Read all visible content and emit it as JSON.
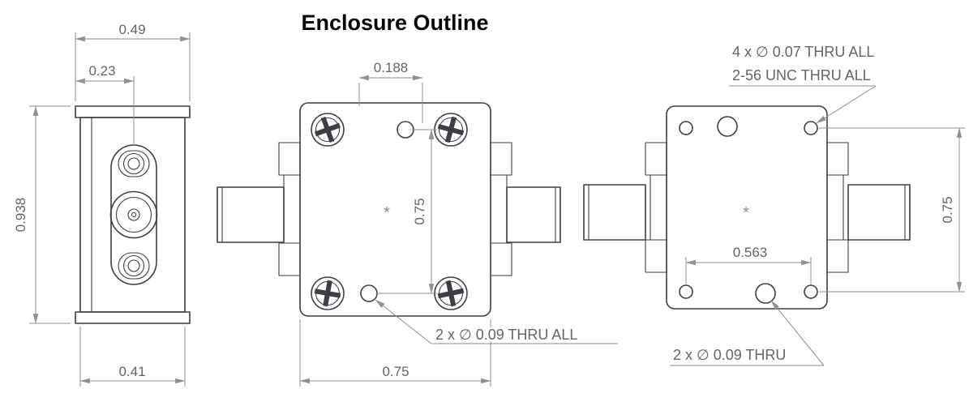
{
  "title": "Enclosure Outline",
  "views": {
    "left": {
      "dim_top_width": "0.49",
      "dim_connector_offset": "0.23",
      "dim_height": "0.938",
      "dim_body_width": "0.41"
    },
    "middle": {
      "dim_hole_offset": "0.188",
      "dim_hole_spacing_vertical": "0.75",
      "dim_body_width": "0.75",
      "callout_holes": "2 x ∅ 0.09 THRU ALL",
      "center_mark": "*"
    },
    "right": {
      "callout_tapped_line1": "4 x ∅ 0.07 THRU ALL",
      "callout_tapped_line2": "2-56 UNC  THRU ALL",
      "dim_hole_spacing_horizontal": "0.563",
      "dim_height": "0.75",
      "callout_holes": "2 x ∅ 0.09 THRU",
      "center_mark": "*"
    }
  },
  "colors": {
    "geometry": "#3e3e46",
    "dimension": "#8f8f97",
    "dimension_text": "#64646d",
    "title_text": "#070707",
    "background": "#ffffff"
  }
}
